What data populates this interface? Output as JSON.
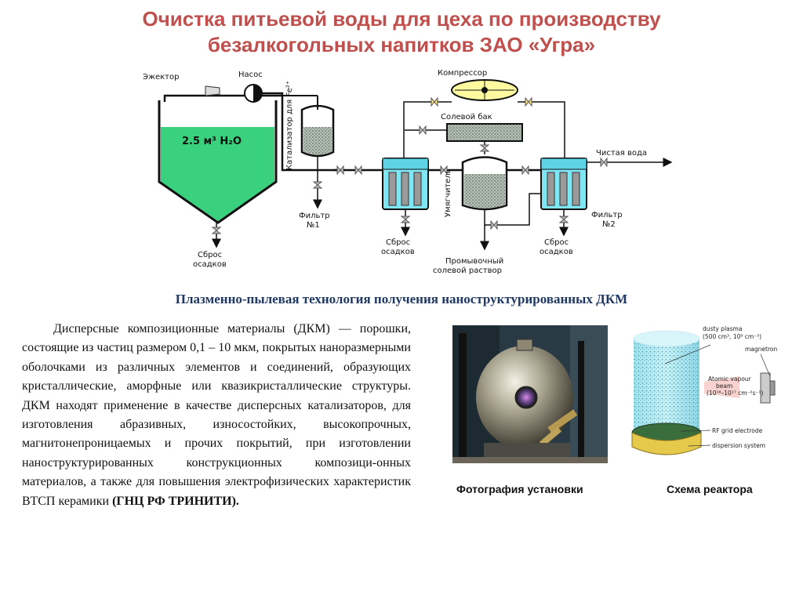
{
  "title": {
    "line1": "Очистка питьевой воды для цеха по производству",
    "line2": "безалкогольных напитков ЗАО «Угра»"
  },
  "scheme": {
    "ejector": "Эжектор",
    "pump": "Насос",
    "tank_volume": "2.5 м³ H₂O",
    "catalyst": "Катализатор для Fe²⁺",
    "compressor": "Компрессор",
    "salt_tank": "Солевой бак",
    "clean_water": "Чистая вода",
    "softener": "Умягчитель",
    "filter1_a": "Фильтр",
    "filter1_b": "№1",
    "filter2_a": "Фильтр",
    "filter2_b": "№2",
    "discharge_a": "Сброс",
    "discharge_b": "осадков",
    "wash_a": "Промывочный",
    "wash_b": "солевой раствор"
  },
  "subtitle": "Плазменно-пылевая технология получения наноструктурированных ДКМ",
  "paragraph": {
    "text": "Дисперсные композиционные материалы (ДКМ) — порошки, состоящие из частиц размером 0,1 – 10 мкм, покрытых наноразмерными оболочками из различных элементов и соединений, образующих кристаллические, аморфные или квазикристаллические структуры.  ДКМ находят применение в качестве дисперсных катализаторов, для изготовления абразивных, износостойких, высокопрочных, магнитонепроницаемых и прочих покрытий, при изготовлении наноструктурированных конструкционных композици-онных материалов, а также для повышения электрофизических характеристик ВТСП керамики ",
    "bold": "(ГНЦ РФ ТРИНИТИ)."
  },
  "reactor": {
    "plasma_1": "dusty plasma",
    "plasma_2": "(500 cm³, 10⁹ cm⁻³)",
    "magnetron": "magnetron",
    "beam_1": "Atomic vapour",
    "beam_2": "beam",
    "beam_3": "(10¹⁶–10¹⁷ cm⁻²s⁻¹)",
    "grid": "RF grid electrode",
    "dispersion": "dispersion system"
  },
  "captions": {
    "photo": "Фотография установки",
    "reactor": "Схема реактора"
  },
  "colors": {
    "title": "#c0504d",
    "subtitle": "#1f3864",
    "water": "#39d17d",
    "filter": "#7fe6f3"
  }
}
